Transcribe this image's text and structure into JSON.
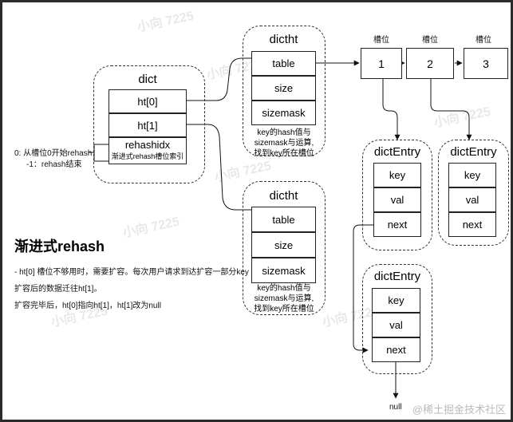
{
  "dict": {
    "title": "dict",
    "fields": [
      "ht[0]",
      "ht[1]",
      "rehashidx"
    ],
    "rehashidx_note": "渐进式rehash槽位索引"
  },
  "legend": {
    "line1": "0: 从槽位0开始rehash",
    "line2": "-1：rehash结束"
  },
  "dictht_top": {
    "title": "dictht",
    "fields": [
      "table",
      "size",
      "sizemask"
    ],
    "note": [
      "key的hash值与",
      "sizemask与运算,",
      "找到key所在槽位"
    ]
  },
  "dictht_bottom": {
    "title": "dictht",
    "fields": [
      "table",
      "size",
      "sizemask"
    ],
    "note": [
      "key的hash值与",
      "sizemask与运算,",
      "找到key所在槽位"
    ]
  },
  "slots": {
    "header": "槽位",
    "values": [
      "1",
      "2",
      "3"
    ]
  },
  "entries": [
    {
      "title": "dictEntry",
      "fields": [
        "key",
        "val",
        "next"
      ]
    },
    {
      "title": "dictEntry",
      "fields": [
        "key",
        "val",
        "next"
      ]
    },
    {
      "title": "dictEntry",
      "fields": [
        "key",
        "val",
        "next"
      ]
    }
  ],
  "null_label": "null",
  "description": {
    "heading": "渐进式rehash",
    "line1": "- ht[0] 槽位不够用时，需要扩容。每次用户请求到达扩容一部分key",
    "line2": "扩容后的数据迁往ht[1]。",
    "line3": "扩容完毕后，ht[0]指向ht[1]，ht[1]改为null"
  },
  "watermark": {
    "text": "小向 7225",
    "footer": "@稀土掘金技术社区"
  }
}
